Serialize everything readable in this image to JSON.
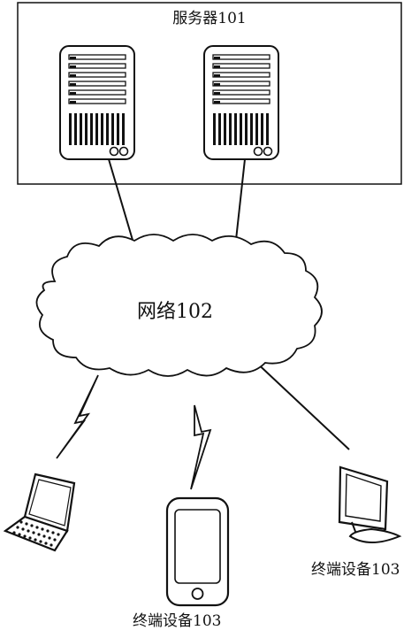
{
  "server_group": {
    "label": "服务器101"
  },
  "network": {
    "label": "网络102"
  },
  "terminals": {
    "laptop": {
      "label": ""
    },
    "phone": {
      "label": "终端设备103"
    },
    "monitor": {
      "label": "终端设备103"
    }
  },
  "icons": [
    "server-icon",
    "server-icon",
    "cloud-icon",
    "laptop-icon",
    "phone-icon",
    "monitor-icon",
    "lightning-icon",
    "lightning-icon"
  ],
  "colors": {
    "line": "#111111",
    "background": "#ffffff"
  }
}
